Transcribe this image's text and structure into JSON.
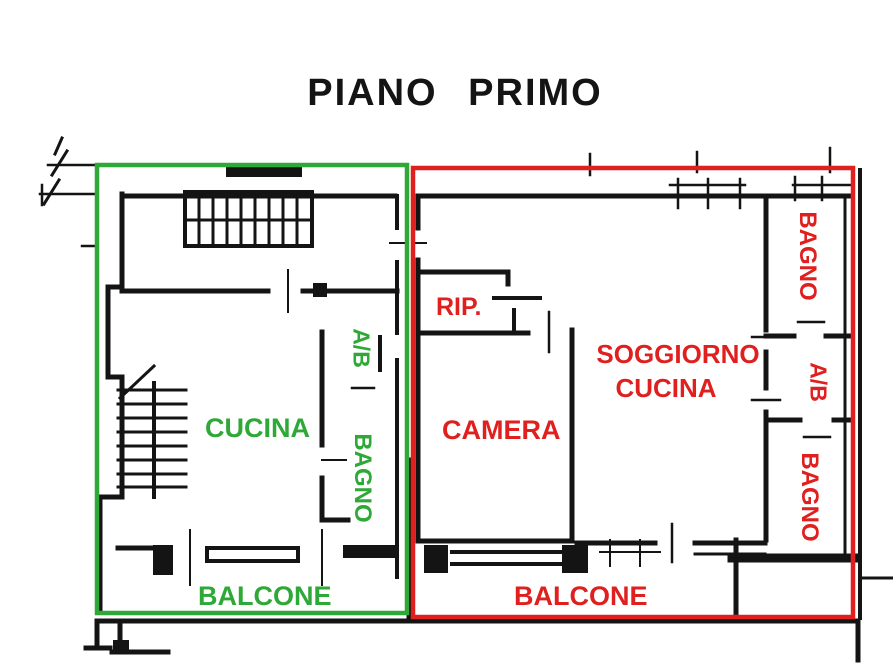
{
  "title": "PIANO PRIMO",
  "colors": {
    "unit_a_outline": "#2EA836",
    "unit_b_outline": "#E01F1F",
    "linework": "#141414",
    "background": "#FFFFFF"
  },
  "unit_a": {
    "labels": {
      "cucina": "CUCINA",
      "ab": "A/B",
      "bagno": "BAGNO",
      "balcone": "BALCONE"
    }
  },
  "unit_b": {
    "labels": {
      "rip": "RIP.",
      "camera": "CAMERA",
      "soggiorno_line1": "SOGGIORNO",
      "soggiorno_line2": "CUCINA",
      "bagno_top": "BAGNO",
      "ab": "A/B",
      "bagno_bottom": "BAGNO",
      "balcone": "BALCONE"
    }
  }
}
